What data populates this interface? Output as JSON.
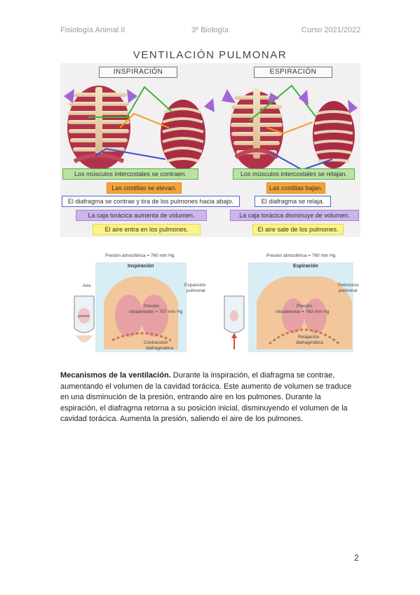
{
  "header": {
    "left": "Fisiología Animal II",
    "center": "3º Biología",
    "right": "Curso 2021/2022"
  },
  "title": "VENTILACIÓN PULMONAR",
  "figure1": {
    "inspiration": {
      "heading": "INSPIRACIÓN",
      "labels": [
        "Los músculos intercostales se contraen.",
        "Las costillas se elevan.",
        "El diafragma se contrae y tira de los pulmones hacia abajo.",
        "La caja torácica aumenta de volumen.",
        "El aire entra en los pulmones."
      ]
    },
    "expiration": {
      "heading": "ESPIRACIÓN",
      "labels": [
        "Los músculos intercostales se relajan.",
        "Las costillas bajan.",
        "El diafragma se relaja.",
        "La caja torácica disminuye de volumen.",
        "El aire sale de los pulmones."
      ]
    },
    "colors": {
      "green": "#56b140",
      "orange": "#f39c12",
      "blue": "#3a4fd0",
      "purple": "#a066d8",
      "yellow": "#fbf48a"
    }
  },
  "figure2": {
    "inspiration": {
      "pressure_atm": "Presión atmosférica = 760 mm Hg",
      "panel_title": "Inspiración",
      "air": "Aire",
      "lung_label": "pulmón",
      "expansion": [
        "Expansión",
        "pulmonar"
      ],
      "intra": [
        "Presión",
        "intraalveolar = 757 mm Hg"
      ],
      "contraction": [
        "Contracción",
        "diafragmática"
      ]
    },
    "expiration": {
      "pressure_atm": "Presión atmosférica = 760 mm Hg",
      "panel_title": "Espiración",
      "retro": [
        "Retroceso",
        "pulmonar"
      ],
      "intra": [
        "Presión",
        "intraalveolar = 763 mm Hg"
      ],
      "relax": [
        "Relajación",
        "diafragmática"
      ]
    }
  },
  "paragraph": {
    "bold": "Mecanismos de la ventilación.",
    "text": " Durante la inspiración, el diafragma se contrae, aumentando el volumen de la cavidad torácica. Este aumento de volumen se traduce en una disminución de la presión, entrando aire en los pulmones. Durante la espiración, el diafragma retorna a su posición inicial, disminuyendo el volumen de la cavidad torácica. Aumenta la presión, saliendo el aire de los pulmones."
  },
  "page_number": "2"
}
